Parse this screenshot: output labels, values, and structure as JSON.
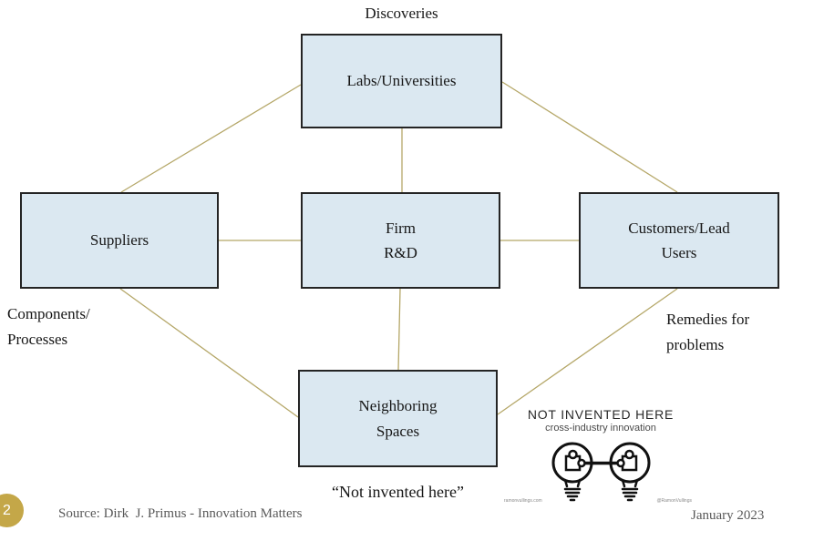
{
  "diagram": {
    "nodes": [
      {
        "id": "labs",
        "label": "Labs/Universities"
      },
      {
        "id": "suppliers",
        "label": "Suppliers"
      },
      {
        "id": "firm",
        "label": "Firm\nR&D"
      },
      {
        "id": "customers",
        "label": "Customers/Lead\nUsers"
      },
      {
        "id": "neighboring",
        "label": "Neighboring\nSpaces"
      }
    ],
    "annotations": {
      "discoveries": "Discoveries",
      "components_processes": "Components/\nProcesses",
      "remedies_for_problems": "Remedies for\nproblems",
      "not_invented_here_quote": "“Not invented here”"
    },
    "colors": {
      "node_fill": "#dbe8f1",
      "node_border": "#242424",
      "connector_line": "#b5a768",
      "badge_gold": "#c4a748"
    }
  },
  "nih_logo": {
    "title": "NOT INVENTED HERE",
    "subtitle": "cross-industry innovation",
    "credit_left": "ramonvullings.com",
    "credit_right": "@RamonVullings"
  },
  "footer": {
    "page_number": "2",
    "source": "Source: Dirk  J. Primus - Innovation Matters",
    "date": "January 2023"
  }
}
